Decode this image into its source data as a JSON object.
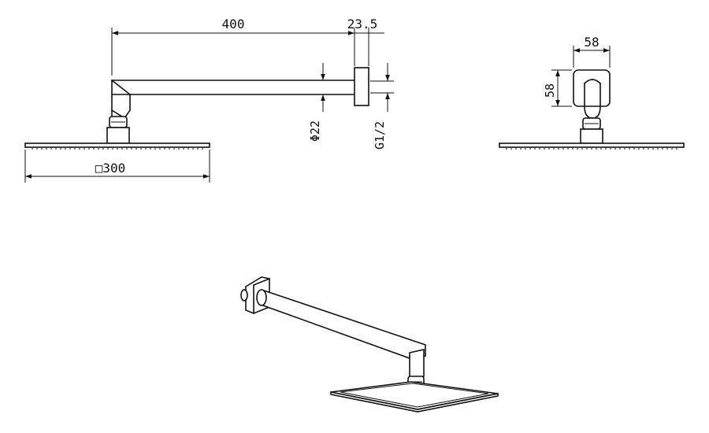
{
  "dimensions": {
    "arm_length": "400",
    "flange_depth": "23.5",
    "pipe_diameter": "Φ22",
    "thread": "G1/2",
    "head_size": "□300",
    "flange_width": "58",
    "flange_height": "58"
  }
}
